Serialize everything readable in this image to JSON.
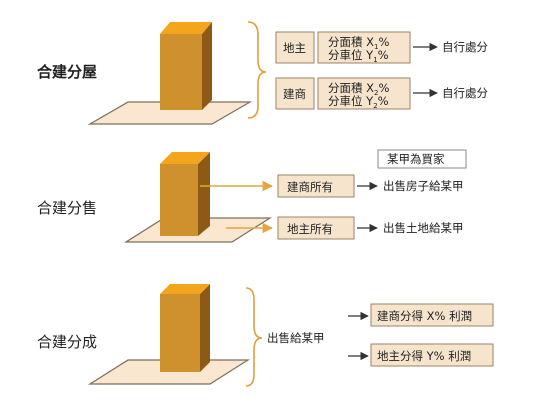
{
  "sections": [
    {
      "title": "合建分屋",
      "rows": [
        {
          "party": "地主",
          "line1": "分面積 X",
          "line1_sub": "1",
          "line2": "分車位 Y",
          "line2_sub": "1",
          "percent": "%",
          "result": "自行處分"
        },
        {
          "party": "建商",
          "line1": "分面積 X",
          "line1_sub": "2",
          "line2": "分車位 Y",
          "line2_sub": "2",
          "percent": "%",
          "result": "自行處分"
        }
      ]
    },
    {
      "title": "合建分售",
      "buyer_note": "某甲為買家",
      "rows": [
        {
          "label": "建商所有",
          "result": "出售房子給某甲"
        },
        {
          "label": "地主所有",
          "result": "出售土地給某甲"
        }
      ]
    },
    {
      "title": "合建分成",
      "middle": "出售給某甲",
      "rows": [
        {
          "label": "建商分得 X% 利潤"
        },
        {
          "label": "地主分得 Y% 利潤"
        }
      ]
    }
  ],
  "colors": {
    "building_front": "#cf902e",
    "building_side": "#8c5a15",
    "building_top": "#f5a51c",
    "ground_fill": "#fbe7cf",
    "box_fill": "#f6e4cd",
    "connector": "#e6a63d"
  }
}
